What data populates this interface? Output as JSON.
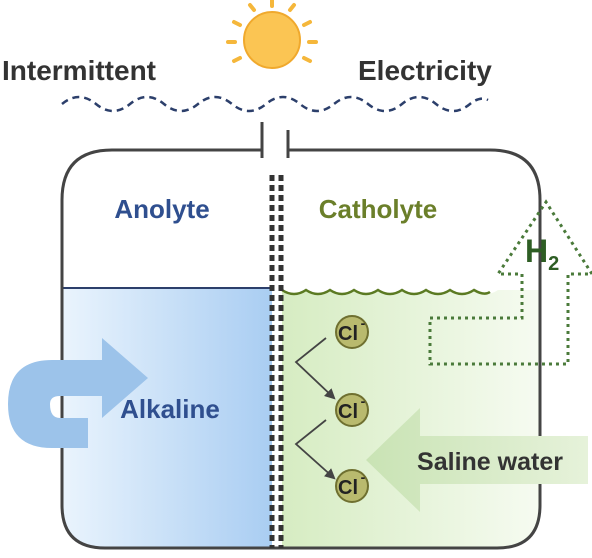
{
  "header": {
    "left_label": "Intermittent",
    "right_label": "Electricity",
    "sun_icon": "sun-icon"
  },
  "chambers": {
    "anode_label": "Anolyte",
    "cathode_label": "Catholyte"
  },
  "flows": {
    "alkaline_label": "Alkaline",
    "saline_label": "Saline water",
    "gas_label": "H",
    "gas_subscript": "2"
  },
  "ions": [
    {
      "symbol": "Cl",
      "charge": "-"
    },
    {
      "symbol": "Cl",
      "charge": "-"
    },
    {
      "symbol": "Cl",
      "charge": "-"
    }
  ],
  "colors": {
    "anolyte_text": "#2f4f8f",
    "catholyte_text": "#6b7f2a",
    "h2_text": "#2e5e24",
    "sun": "#f5b73b",
    "wave": "#2c3f6b",
    "anode_fill": "#a9cdf2",
    "cathode_fill": "#d6ecc2",
    "ion_fill": "#b9ba6e"
  }
}
